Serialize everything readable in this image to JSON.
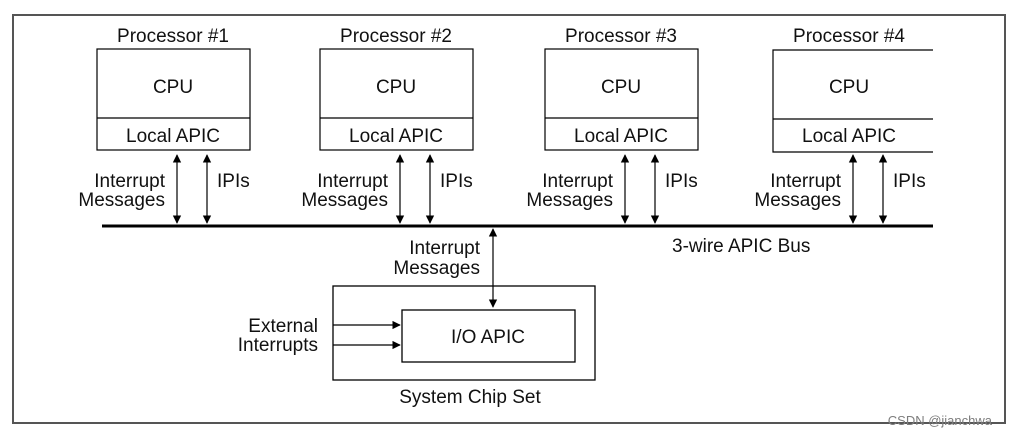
{
  "diagram": {
    "processors": [
      {
        "title": "Processor #1",
        "cpu": "CPU",
        "apic": "Local APIC",
        "interrupt_label": [
          "Interrupt",
          "Messages"
        ],
        "ipi_label": "IPIs"
      },
      {
        "title": "Processor #2",
        "cpu": "CPU",
        "apic": "Local APIC",
        "interrupt_label": [
          "Interrupt",
          "Messages"
        ],
        "ipi_label": "IPIs"
      },
      {
        "title": "Processor #3",
        "cpu": "CPU",
        "apic": "Local APIC",
        "interrupt_label": [
          "Interrupt",
          "Messages"
        ],
        "ipi_label": "IPIs"
      },
      {
        "title": "Processor #4",
        "cpu": "CPU",
        "apic": "Local APIC",
        "interrupt_label": [
          "Interrupt",
          "Messages"
        ],
        "ipi_label": "IPIs"
      }
    ],
    "bus_label": "3-wire APIC Bus",
    "io_interrupt_label": [
      "Interrupt",
      "Messages"
    ],
    "io_apic": "I/O APIC",
    "external_label": [
      "External",
      "Interrupts"
    ],
    "chipset_label": "System Chip Set",
    "watermark": "CSDN @jianchwa"
  }
}
